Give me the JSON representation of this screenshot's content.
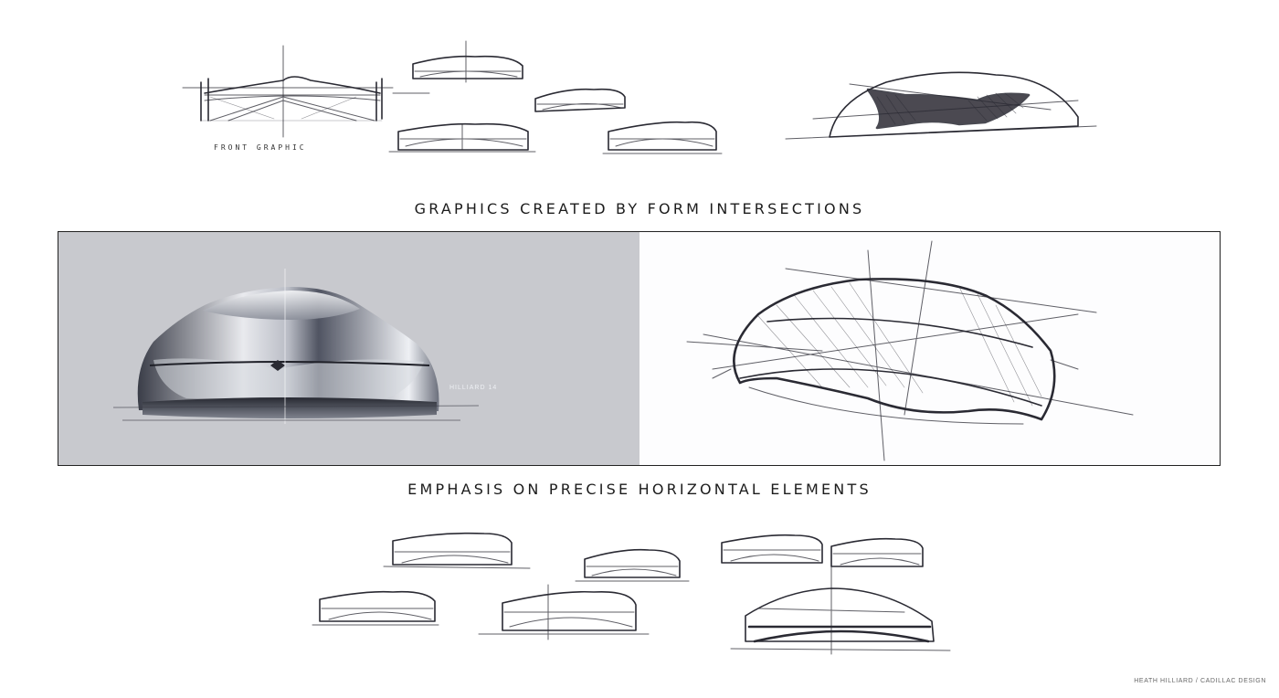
{
  "captions": {
    "top": "GRAPHICS CREATED BY FORM INTERSECTIONS",
    "bottom": "EMPHASIS ON PRECISE HORIZONTAL ELEMENTS"
  },
  "sketch_notes": {
    "front_graphic": "FRONT GRAPHIC",
    "signature": "HILLIARD 14"
  },
  "credit": "HEATH HILLIARD / CADILLAC DESIGN",
  "colors": {
    "background": "#ffffff",
    "render_background": "#c8c9ce",
    "ink": "#2a2a33"
  }
}
